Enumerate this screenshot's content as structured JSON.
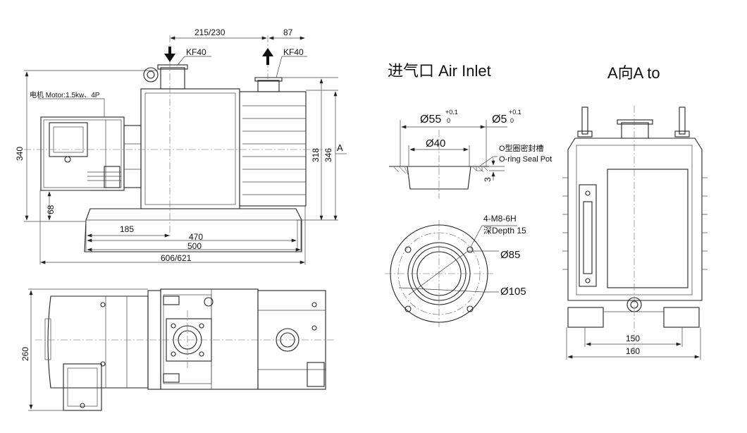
{
  "front_view": {
    "dim_215_230": "215/230",
    "dim_87": "87",
    "inlet_kf": "KF40",
    "outlet_kf": "KF40",
    "motor_label": "电机 Motor:1.5kw、4P",
    "dim_340": "340",
    "dim_68": "68",
    "dim_318": "318",
    "dim_346": "346",
    "view_marker_a": "A",
    "dim_185": "185",
    "dim_470": "470",
    "dim_500": "500",
    "dim_606_621": "606/621"
  },
  "top_view": {
    "dim_260": "260"
  },
  "air_inlet_view": {
    "title": "进气口 Air Inlet",
    "dia_55": "Ø55",
    "dia_55_tol_upper": "+0.1",
    "dia_55_tol_lower": "0",
    "dia_5": "Ø5",
    "dia_5_tol_upper": "+0.1",
    "dia_5_tol_lower": "0",
    "dia_40": "Ø40",
    "seal_cn": "O型圈密封槽",
    "seal_en": "O-ring Seal Pot",
    "dim_3": "3",
    "holes_spec": "4-M8-6H",
    "holes_depth": "深Depth 15",
    "dia_85": "Ø85",
    "dia_105": "Ø105"
  },
  "side_view": {
    "title": "A向A to",
    "dim_150": "150",
    "dim_160": "160"
  }
}
